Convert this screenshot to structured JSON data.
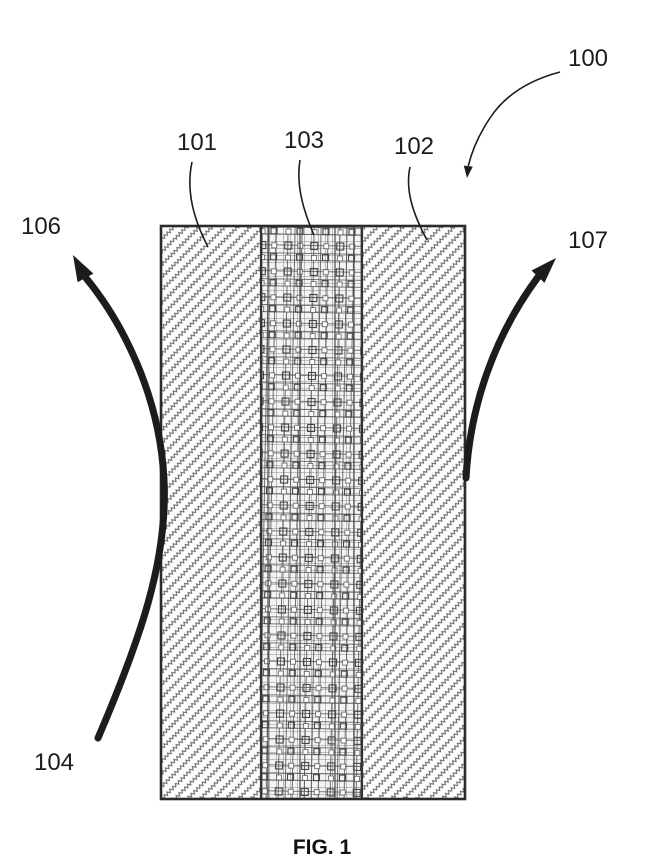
{
  "figure": {
    "caption": "FIG. 1",
    "labels": {
      "assembly": "100",
      "layer_left": "101",
      "layer_right": "102",
      "layer_middle": "103",
      "flow_bottom": "104",
      "flow_top_left": "106",
      "flow_top_right": "107"
    },
    "colors": {
      "line": "#1c1c1c",
      "hatch": "#6a6a6a",
      "mesh_fine": "#8a8a8a",
      "mesh_bold": "#3a3a3a",
      "border": "#2b2b2b"
    }
  }
}
